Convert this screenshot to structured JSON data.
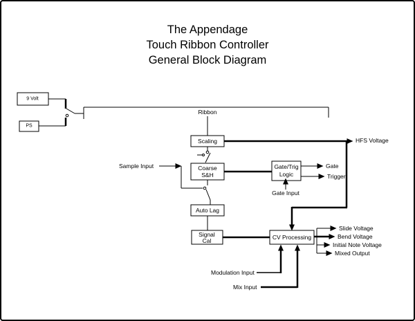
{
  "title": {
    "line1": "The Appendage",
    "line2": "Touch Ribbon Controller",
    "line3": "General Block Diagram"
  },
  "power": {
    "source1": "9 Volt",
    "source2": "PS"
  },
  "blocks": {
    "ribbon": "Ribbon",
    "scaling": "Scaling",
    "coarse_sh": {
      "line1": "Coarse",
      "line2": "S&H"
    },
    "gate_trig": {
      "line1": "Gate/Trig",
      "line2": "Logic"
    },
    "auto_lag": "Auto Lag",
    "signal_cal": {
      "line1": "Signal",
      "line2": "Cal"
    },
    "cv_processing": "CV Processing"
  },
  "inputs": {
    "sample": "Sample Input",
    "gate": "Gate Input",
    "modulation": "Modulation Input",
    "mix": "Mix Input"
  },
  "outputs": {
    "hfs": "HFS Voltage",
    "gate": "Gate",
    "trigger": "Trigger",
    "slide": "Slide Voltage",
    "bend": "Bend Voltage",
    "initial_note": "Initial Note Voltage",
    "mixed": "Mixed Output"
  },
  "colors": {
    "ink": "#000000",
    "background": "#ffffff"
  }
}
